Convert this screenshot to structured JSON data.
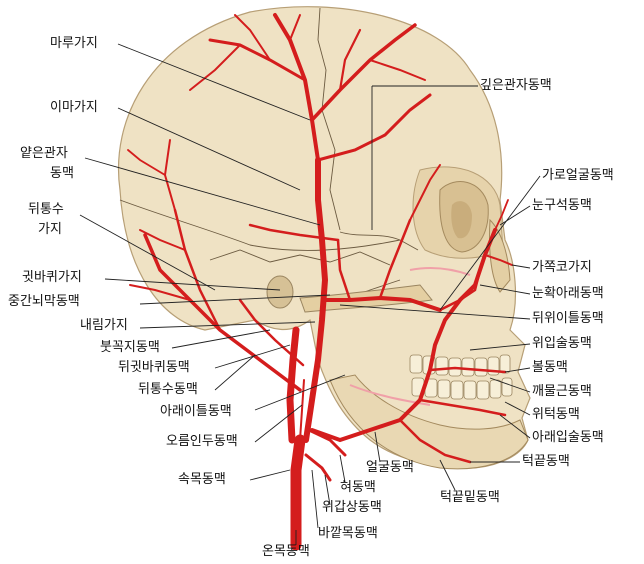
{
  "colors": {
    "artery": "#d41d1d",
    "skull": "#efe2c4",
    "skull_shade": "#e2cfa6",
    "leader": "#222222",
    "pink_mark": "#f0a0a8"
  },
  "labels": {
    "maru": "마루가지",
    "ima": "이마가지",
    "yaeun1": "얕은관자",
    "yaeun2": "동맥",
    "dwitongsu1": "뒤통수",
    "dwitongsu2": "가지",
    "gwitbakwi": "귓바퀴가지",
    "junggan": "중간뇌막동맥",
    "naerim": "내림가지",
    "butkkokji": "붓꼭지동맥",
    "dwigwit": "뒤귓바퀴동맥",
    "dwitongsu_a": "뒤통수동맥",
    "araeitteul": "아래이틀동맥",
    "oreum": "오름인두동맥",
    "sokmok": "속목동맥",
    "onmok": "온목동맥",
    "bakkat": "바깥목동맥",
    "wigapsang": "위갑상동맥",
    "hyeo": "혀동맥",
    "eolgul": "얼굴동맥",
    "teokkeutmit": "턱끝밑동맥",
    "teokkeut": "턱끝동맥",
    "araeipsul": "아래입술동맥",
    "witeok": "위턱동맥",
    "kkaemul": "깨물근동맥",
    "bol": "볼동맥",
    "wiipsul": "위입술동맥",
    "dwiwiitteul": "뒤위이틀동맥",
    "nunhwak": "눈확아래동맥",
    "gajjok": "가쪽코가지",
    "nungu": "눈구석동맥",
    "garo": "가로얼굴동맥",
    "gipeun": "깊은관자동맥"
  }
}
